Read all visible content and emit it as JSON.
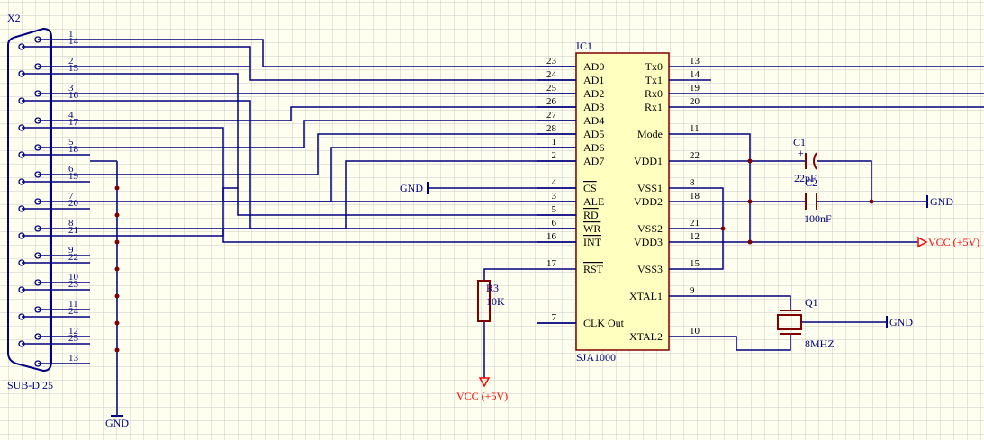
{
  "connector": {
    "ref": "X2",
    "part": "SUB-D 25",
    "pins_left": [
      "1",
      "2",
      "3",
      "4",
      "5",
      "6",
      "7",
      "8",
      "9",
      "10",
      "11",
      "12",
      "13"
    ],
    "pins_right": [
      "14",
      "15",
      "16",
      "17",
      "18",
      "19",
      "20",
      "21",
      "22",
      "23",
      "24",
      "25"
    ]
  },
  "ic": {
    "ref": "IC1",
    "part": "SJA1000",
    "left_pins": [
      {
        "num": "23",
        "name": "AD0"
      },
      {
        "num": "24",
        "name": "AD1"
      },
      {
        "num": "25",
        "name": "AD2"
      },
      {
        "num": "26",
        "name": "AD3"
      },
      {
        "num": "27",
        "name": "AD4"
      },
      {
        "num": "28",
        "name": "AD5"
      },
      {
        "num": "1",
        "name": "AD6"
      },
      {
        "num": "2",
        "name": "AD7"
      },
      {
        "num": "4",
        "name": "CS"
      },
      {
        "num": "3",
        "name": "ALE"
      },
      {
        "num": "5",
        "name": "RD"
      },
      {
        "num": "6",
        "name": "WR"
      },
      {
        "num": "16",
        "name": "INT"
      },
      {
        "num": "17",
        "name": "RST"
      },
      {
        "num": "7",
        "name": "CLK Out"
      }
    ],
    "right_pins": [
      {
        "num": "13",
        "name": "Tx0"
      },
      {
        "num": "14",
        "name": "Tx1"
      },
      {
        "num": "19",
        "name": "Rx0"
      },
      {
        "num": "20",
        "name": "Rx1"
      },
      {
        "num": "11",
        "name": "Mode"
      },
      {
        "num": "22",
        "name": "VDD1"
      },
      {
        "num": "8",
        "name": "VSS1"
      },
      {
        "num": "18",
        "name": "VDD2"
      },
      {
        "num": "21",
        "name": "VSS2"
      },
      {
        "num": "12",
        "name": "VDD3"
      },
      {
        "num": "15",
        "name": "VSS3"
      },
      {
        "num": "9",
        "name": "XTAL1"
      },
      {
        "num": "10",
        "name": "XTAL2"
      }
    ]
  },
  "components": {
    "c1": {
      "ref": "C1",
      "value": "22pF",
      "plus": "+"
    },
    "c2": {
      "ref": "C2",
      "value": "100nF"
    },
    "r3": {
      "ref": "R3",
      "value": "10K"
    },
    "q1": {
      "ref": "Q1",
      "value": "8MHZ"
    }
  },
  "power": {
    "gnd": "GND",
    "vcc": "VCC (+5V)"
  },
  "colors": {
    "wire": "#000080",
    "component": "#800000",
    "ic_fill": "#ffffc0",
    "power_red": "#ff0000",
    "grid": "#c8c8c8"
  }
}
